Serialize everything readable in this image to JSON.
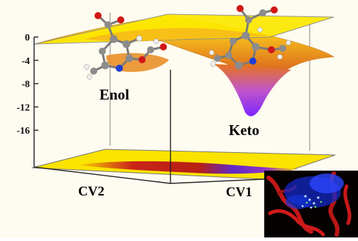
{
  "chart_data": {
    "type": "surface",
    "zlim": [
      -18,
      0
    ],
    "z_ticks": [
      {
        "value": 0,
        "label": "0"
      },
      {
        "value": -4,
        "label": "-4"
      },
      {
        "value": -8,
        "label": "-8"
      },
      {
        "value": -12,
        "label": "-12"
      },
      {
        "value": -16,
        "label": "-16"
      }
    ],
    "x_axis_label": "CV2",
    "y_axis_label": "CV1",
    "minima": [
      {
        "label": "Enol",
        "value": -6
      },
      {
        "label": "Keto",
        "value": -17
      }
    ],
    "colors": {
      "high": "#fff000",
      "mid": "#e07a1a",
      "low": "#9b30ff",
      "floor_band": "#c21a1a"
    }
  }
}
